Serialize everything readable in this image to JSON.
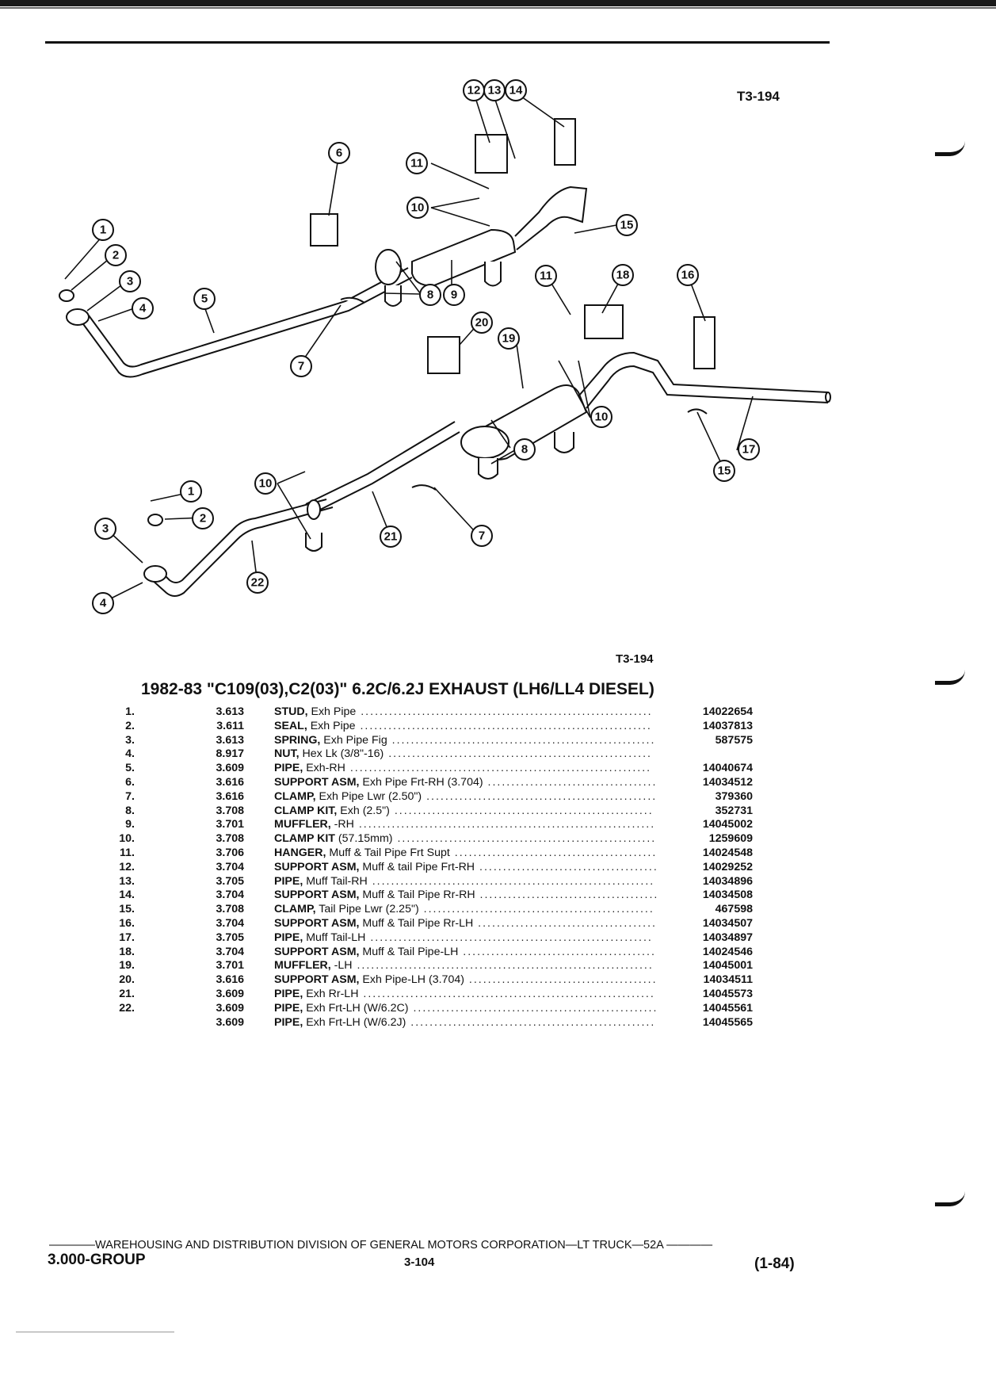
{
  "figure": {
    "code_top": "T3-194",
    "code_bottom": "T3-194",
    "callouts": [
      "1",
      "2",
      "3",
      "4",
      "5",
      "6",
      "7",
      "8",
      "9",
      "10",
      "11",
      "12",
      "13",
      "14",
      "15",
      "16",
      "17",
      "18",
      "19",
      "20",
      "21",
      "22"
    ]
  },
  "table": {
    "title": "1982-83 \"C109(03),C2(03)\" 6.2C/6.2J EXHAUST (LH6/LL4 DIESEL)",
    "rows": [
      {
        "no": "1.",
        "group": "3.613",
        "name": "STUD,",
        "desc": " Exh Pipe",
        "part": "14022654"
      },
      {
        "no": "2.",
        "group": "3.611",
        "name": "SEAL,",
        "desc": " Exh Pipe",
        "part": "14037813"
      },
      {
        "no": "3.",
        "group": "3.613",
        "name": "SPRING,",
        "desc": " Exh Pipe Fig",
        "part": "587575"
      },
      {
        "no": "4.",
        "group": "8.917",
        "name": "NUT,",
        "desc": " Hex Lk (3/8\"-16)",
        "part": ""
      },
      {
        "no": "5.",
        "group": "3.609",
        "name": "PIPE,",
        "desc": " Exh-RH",
        "part": "14040674"
      },
      {
        "no": "6.",
        "group": "3.616",
        "name": "SUPPORT ASM,",
        "desc": " Exh Pipe Frt-RH (3.704)",
        "part": "14034512"
      },
      {
        "no": "7.",
        "group": "3.616",
        "name": "CLAMP,",
        "desc": " Exh Pipe Lwr (2.50\")",
        "part": "379360"
      },
      {
        "no": "8.",
        "group": "3.708",
        "name": "CLAMP KIT,",
        "desc": " Exh (2.5\")",
        "part": "352731"
      },
      {
        "no": "9.",
        "group": "3.701",
        "name": "MUFFLER,",
        "desc": " -RH",
        "part": "14045002"
      },
      {
        "no": "10.",
        "group": "3.708",
        "name": "CLAMP KIT",
        "desc": " (57.15mm)",
        "part": "1259609"
      },
      {
        "no": "11.",
        "group": "3.706",
        "name": "HANGER,",
        "desc": " Muff & Tail Pipe Frt Supt",
        "part": "14024548"
      },
      {
        "no": "12.",
        "group": "3.704",
        "name": "SUPPORT ASM,",
        "desc": " Muff & tail Pipe Frt-RH",
        "part": "14029252"
      },
      {
        "no": "13.",
        "group": "3.705",
        "name": "PIPE,",
        "desc": " Muff Tail-RH",
        "part": "14034896"
      },
      {
        "no": "14.",
        "group": "3.704",
        "name": "SUPPORT ASM,",
        "desc": " Muff & Tail Pipe Rr-RH",
        "part": "14034508"
      },
      {
        "no": "15.",
        "group": "3.708",
        "name": "CLAMP,",
        "desc": " Tail Pipe Lwr (2.25\")",
        "part": "467598"
      },
      {
        "no": "16.",
        "group": "3.704",
        "name": "SUPPORT ASM,",
        "desc": " Muff & Tail Pipe Rr-LH",
        "part": "14034507"
      },
      {
        "no": "17.",
        "group": "3.705",
        "name": "PIPE,",
        "desc": " Muff Tail-LH",
        "part": "14034897"
      },
      {
        "no": "18.",
        "group": "3.704",
        "name": "SUPPORT ASM,",
        "desc": " Muff & Tail Pipe-LH",
        "part": "14024546"
      },
      {
        "no": "19.",
        "group": "3.701",
        "name": "MUFFLER,",
        "desc": " -LH",
        "part": "14045001"
      },
      {
        "no": "20.",
        "group": "3.616",
        "name": "SUPPORT ASM,",
        "desc": " Exh Pipe-LH (3.704)",
        "part": "14034511"
      },
      {
        "no": "21.",
        "group": "3.609",
        "name": "PIPE,",
        "desc": " Exh Rr-LH",
        "part": "14045573"
      },
      {
        "no": "22.",
        "group": "3.609",
        "name": "PIPE,",
        "desc": " Exh Frt-LH (W/6.2C)",
        "part": "14045561"
      },
      {
        "no": "",
        "group": "3.609",
        "name": "PIPE,",
        "desc": " Exh Frt-LH (W/6.2J)",
        "part": "14045565"
      }
    ]
  },
  "footer": {
    "line": "————WAREHOUSING AND DISTRIBUTION DIVISION OF GENERAL MOTORS CORPORATION—LT TRUCK—52A ————",
    "group": "3.000-GROUP",
    "page": "3-104",
    "date": "(1-84)"
  }
}
